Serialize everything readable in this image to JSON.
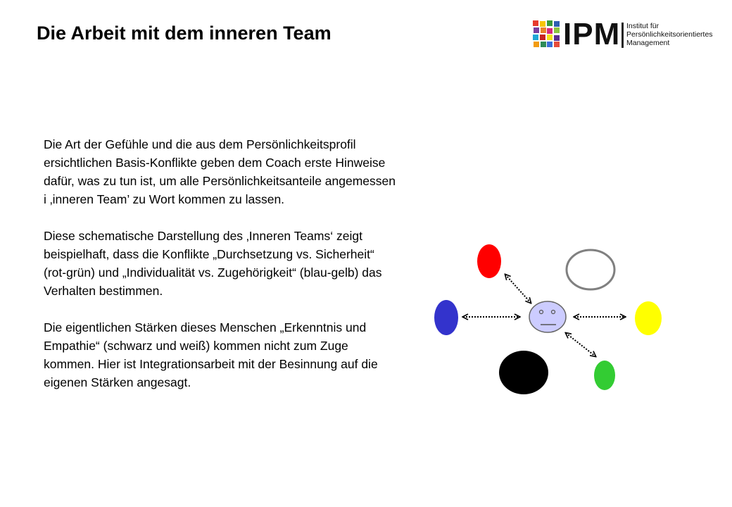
{
  "header": {
    "title": "Die Arbeit mit dem inneren Team"
  },
  "logo": {
    "name": "IPM",
    "institute_lines": [
      "Institut für",
      "Persönlichkeitsorientiertes",
      "Management"
    ]
  },
  "text": {
    "paragraphs": [
      "Die Art der Gefühle und die aus dem Persönlichkeitsprofil ersichtlichen Basis-Konflikte geben dem Coach erste Hinweise dafür, was zu tun ist, um alle Persönlichkeitsanteile angemessen i ‚inneren Team’ zu Wort kommen zu lassen.",
      "Diese schematische Darstellung des ‚Inneren Teams‘ zeigt beispielhaft, dass die Konflikte „Durchsetzung vs. Sicherheit“ (rot-grün) und „Individualität vs. Zugehörigkeit“ (blau-gelb) das Verhalten bestimmen.",
      "Die eigentlichen Stärken dieses Menschen „Erkenntnis und Empathie“ (schwarz und weiß) kommen nicht zum Zuge kommen. Hier ist Integrationsarbeit mit der Besinnung auf die eigenen Stärken angesagt."
    ]
  },
  "diagram": {
    "colors": {
      "red": "#ff0000",
      "white_outline": "#808080",
      "blue": "#3333cc",
      "yellow": "#ffff00",
      "black": "#000000",
      "green": "#33cc33",
      "face": "#ccccff"
    },
    "icons": [
      "face-icon"
    ]
  }
}
